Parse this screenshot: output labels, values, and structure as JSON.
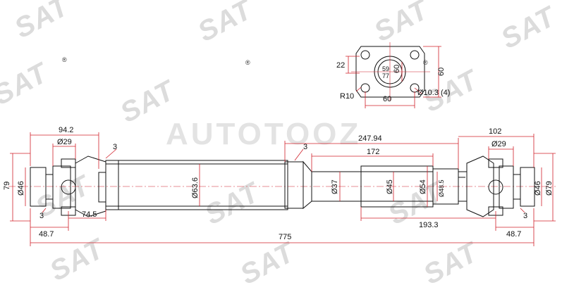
{
  "watermarks": {
    "logo_text": "SAT",
    "registered": "®",
    "center_text": "AUTOTOOZ"
  },
  "flange_view": {
    "dims": {
      "width_60": "60",
      "height_60": "60",
      "height_22": "22",
      "inner_59": "59",
      "inner_60": "60",
      "inner_77": "77",
      "radius": "R10",
      "holes": "Ø10.3 (4)"
    }
  },
  "shaft_view": {
    "dims": {
      "total_length": "775",
      "yoke_left_94": "94.2",
      "ring_left_29": "Ø29",
      "ring_right_29": "Ø29",
      "right_102": "102",
      "len_247": "247.94",
      "len_172": "172",
      "len_193": "193.3",
      "len_74": "74.5",
      "left_48": "48.7",
      "right_48": "48.7",
      "gap_left_3": "3",
      "gap_right_3": "3",
      "weld_left_3": "3",
      "weld_mid_3": "3",
      "h_79_left": "79",
      "d46_left": "Ø46",
      "d46_right": "Ø46",
      "d79_right": "Ø79",
      "tube_d": "Ø63.6",
      "d37": "Ø37",
      "d45": "Ø45",
      "d54": "Ø54",
      "d48": "Ø48.5"
    }
  },
  "colors": {
    "line": "#111111",
    "dimension": "#d0202a",
    "watermark": "#d8d8d8"
  }
}
